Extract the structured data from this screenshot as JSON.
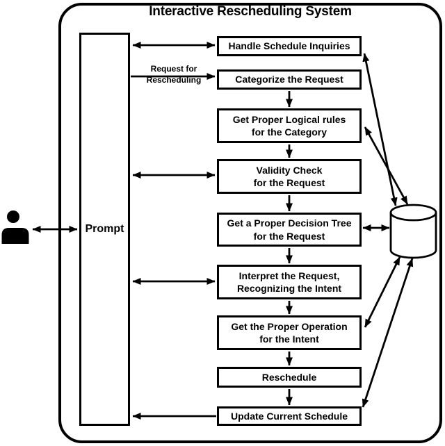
{
  "diagram": {
    "title": "Interactive Rescheduling System",
    "actor": {
      "icon": "user-icon"
    },
    "prompt": {
      "label": "Prompt"
    },
    "edge_labels": {
      "request_for_rescheduling": "Request for\nRescheduling"
    },
    "flow_boxes": [
      {
        "label": "Handle Schedule Inquiries"
      },
      {
        "label": "Categorize the Request"
      },
      {
        "label": "Get Proper Logical rules\nfor the Category"
      },
      {
        "label": "Validity Check\nfor the Request"
      },
      {
        "label": "Get a Proper Decision Tree\nfor the Request"
      },
      {
        "label": "Interpret the Request,\nRecognizing the Intent"
      },
      {
        "label": "Get the Proper Operation\nfor the Intent"
      },
      {
        "label": "Reschedule"
      },
      {
        "label": "Update Current Schedule"
      }
    ],
    "datastore": {
      "icon": "database-icon"
    },
    "colors": {
      "line": "#000000",
      "background": "#ffffff",
      "node_fill": "#ffffff"
    }
  }
}
